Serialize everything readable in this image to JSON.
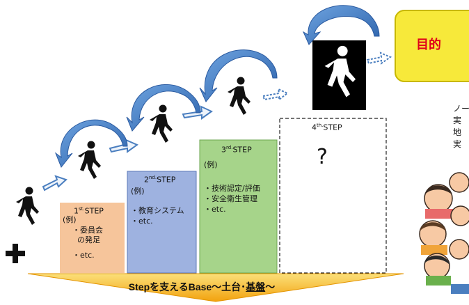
{
  "goal": {
    "label": "目的"
  },
  "side_text": [
    "ノー",
    "実",
    "地",
    "実"
  ],
  "steps": [
    {
      "num": "1",
      "sup": "st.",
      "rest": "STEP",
      "example": "(例)",
      "items": [
        "・委員会",
        "  の発足",
        "・etc."
      ]
    },
    {
      "num": "2",
      "sup": "nd.",
      "rest": "STEP",
      "example": "(例)",
      "items": [
        "・教育システム",
        "・etc."
      ]
    },
    {
      "num": "3",
      "sup": "rd.",
      "rest": "STEP",
      "example": "(例)",
      "items": [
        "・技術認定/評価",
        "・安全衛生管理",
        "・etc."
      ]
    },
    {
      "num": "4",
      "sup": "th.",
      "rest": "STEP",
      "question": "?"
    }
  ],
  "base": {
    "prefix": "Stepを支えるBase～土台･",
    "underlined": "基盤",
    "suffix": "～"
  },
  "plus_icon": "plus-icon",
  "colors": {
    "step1": "#f6c59b",
    "step2": "#9eb2e0",
    "step3": "#a6d48a",
    "goal": "#f7e93a",
    "goal_text": "#e0001a",
    "base_top": "#f9d24a",
    "base_bottom": "#f2a20e",
    "arrow": "#4a7ebf"
  }
}
